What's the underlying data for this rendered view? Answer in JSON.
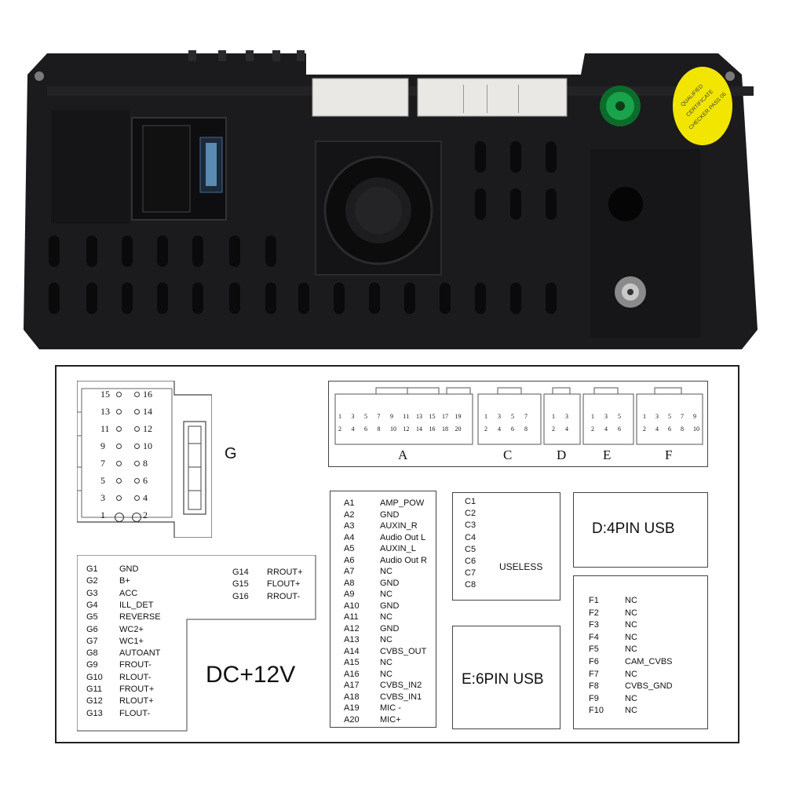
{
  "photo": {
    "sticker_line1": "QUALIFIED",
    "sticker_line2": "CERTIFICATE",
    "sticker_line3": "CHECKER PASS 06"
  },
  "g_connector": {
    "label": "G",
    "left_pins": [
      "15",
      "13",
      "11",
      "9",
      "7",
      "5",
      "3",
      "1"
    ],
    "right_pins": [
      "16",
      "14",
      "12",
      "10",
      "8",
      "6",
      "4",
      "2"
    ]
  },
  "connectors_top": {
    "letters": [
      "A",
      "C",
      "D",
      "E",
      "F"
    ],
    "a_top": [
      "1",
      "3",
      "5",
      "7",
      "9",
      "11",
      "13",
      "15",
      "17",
      "19"
    ],
    "a_bot": [
      "2",
      "4",
      "6",
      "8",
      "10",
      "12",
      "14",
      "16",
      "18",
      "20"
    ],
    "c_top": [
      "1",
      "3",
      "5",
      "7"
    ],
    "c_bot": [
      "2",
      "4",
      "6",
      "8"
    ],
    "d_top": [
      "1",
      "3"
    ],
    "d_bot": [
      "2",
      "4"
    ],
    "e_top": [
      "1",
      "3",
      "5"
    ],
    "e_bot": [
      "2",
      "4",
      "6"
    ],
    "f_top": [
      "1",
      "3",
      "5",
      "7",
      "9"
    ],
    "f_bot": [
      "2",
      "4",
      "6",
      "8",
      "10"
    ]
  },
  "g_pins": [
    {
      "pin": "G1",
      "name": "GND"
    },
    {
      "pin": "G2",
      "name": "B+"
    },
    {
      "pin": "G3",
      "name": "ACC"
    },
    {
      "pin": "G4",
      "name": "ILL_DET"
    },
    {
      "pin": "G5",
      "name": "REVERSE"
    },
    {
      "pin": "G6",
      "name": "WC2+"
    },
    {
      "pin": "G7",
      "name": "WC1+"
    },
    {
      "pin": "G8",
      "name": "AUTOANT"
    },
    {
      "pin": "G9",
      "name": "FROUT-"
    },
    {
      "pin": "G10",
      "name": "RLOUT-"
    },
    {
      "pin": "G11",
      "name": "FROUT+"
    },
    {
      "pin": "G12",
      "name": "RLOUT+"
    },
    {
      "pin": "G13",
      "name": "FLOUT-"
    }
  ],
  "g_pins_right": [
    {
      "pin": "G14",
      "name": "RROUT+"
    },
    {
      "pin": "G15",
      "name": "FLOUT+"
    },
    {
      "pin": "G16",
      "name": "RROUT-"
    }
  ],
  "dc_label": "DC+12V",
  "a_pins": [
    {
      "pin": "A1",
      "name": "AMP_POW"
    },
    {
      "pin": "A2",
      "name": "GND"
    },
    {
      "pin": "A3",
      "name": "AUXIN_R"
    },
    {
      "pin": "A4",
      "name": "Audio Out L"
    },
    {
      "pin": "A5",
      "name": "AUXIN_L"
    },
    {
      "pin": "A6",
      "name": "Audio Out R"
    },
    {
      "pin": "A7",
      "name": "NC"
    },
    {
      "pin": "A8",
      "name": "GND"
    },
    {
      "pin": "A9",
      "name": "NC"
    },
    {
      "pin": "A10",
      "name": "GND"
    },
    {
      "pin": "A11",
      "name": "NC"
    },
    {
      "pin": "A12",
      "name": "GND"
    },
    {
      "pin": "A13",
      "name": "NC"
    },
    {
      "pin": "A14",
      "name": "CVBS_OUT"
    },
    {
      "pin": "A15",
      "name": "NC"
    },
    {
      "pin": "A16",
      "name": "NC"
    },
    {
      "pin": "A17",
      "name": "CVBS_IN2"
    },
    {
      "pin": "A18",
      "name": "CVBS_IN1"
    },
    {
      "pin": "A19",
      "name": "MIC -"
    },
    {
      "pin": "A20",
      "name": "MIC+"
    }
  ],
  "c_pins": [
    "C1",
    "C2",
    "C3",
    "C4",
    "C5",
    "C6",
    "C7",
    "C8"
  ],
  "c_label": "USELESS",
  "d_label": "D:4PIN USB",
  "e_label": "E:6PIN USB",
  "f_pins": [
    {
      "pin": "F1",
      "name": "NC"
    },
    {
      "pin": "F2",
      "name": "NC"
    },
    {
      "pin": "F3",
      "name": "NC"
    },
    {
      "pin": "F4",
      "name": "NC"
    },
    {
      "pin": "F5",
      "name": "NC"
    },
    {
      "pin": "F6",
      "name": "CAM_CVBS"
    },
    {
      "pin": "F7",
      "name": "NC"
    },
    {
      "pin": "F8",
      "name": "CVBS_GND"
    },
    {
      "pin": "F9",
      "name": "NC"
    },
    {
      "pin": "F10",
      "name": "NC"
    }
  ]
}
